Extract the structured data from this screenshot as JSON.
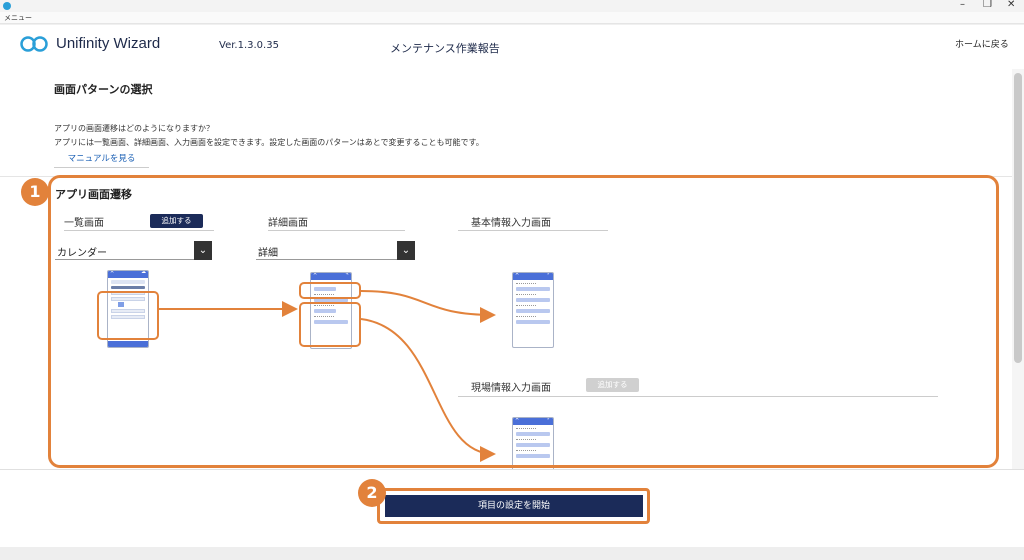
{
  "window": {
    "menu_label": "メニュー",
    "minimize": "–",
    "maximize": "❐",
    "close": "✕"
  },
  "header": {
    "app_title": "Unifinity Wizard",
    "version": "Ver.1.3.0.35",
    "page_name": "メンテナンス作業報告",
    "home_link": "ホームに戻る"
  },
  "content": {
    "section_title": "画面パターンの選択",
    "desc_line1": "アプリの画面遷移はどのようになりますか？",
    "desc_line2": "アプリには一覧画面、詳細画面、入力画面を設定できます。設定した画面のパターンはあとで変更することも可能です。",
    "manual_link": "マニュアルを見る",
    "block_title": "アプリ画面遷移",
    "list_screen": {
      "label": "一覧画面",
      "add_button": "追加する",
      "select_value": "カレンダー"
    },
    "detail_screen": {
      "label": "詳細画面",
      "select_value": "詳細"
    },
    "basic_input": {
      "label": "基本情報入力画面"
    },
    "field_input": {
      "label": "現場情報入力画面",
      "add_button": "追加する"
    }
  },
  "badges": {
    "b1": "1",
    "b2": "2"
  },
  "footer": {
    "start_button": "項目の設定を開始"
  },
  "colors": {
    "navy": "#1b2b59",
    "accent_orange": "#e2823b",
    "mock_blue": "#4a6fd8"
  }
}
